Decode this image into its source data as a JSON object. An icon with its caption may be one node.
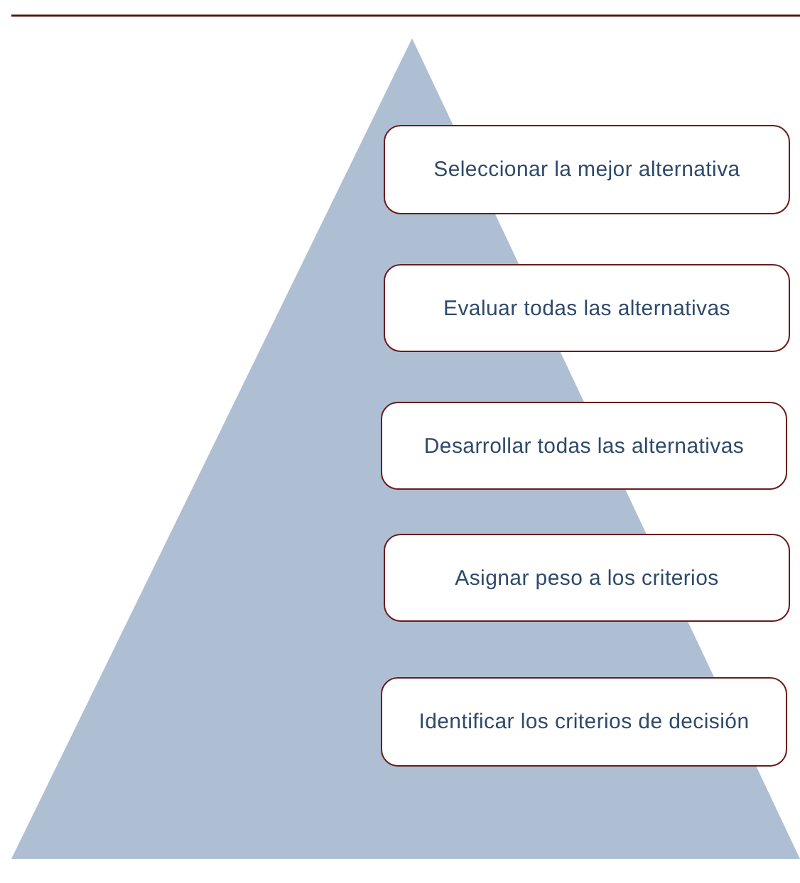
{
  "diagram": {
    "nodes": [
      {
        "text": [
          "Seleccionar la mejor alternativa"
        ]
      },
      {
        "text": [
          "Evaluar todas las alternativas"
        ]
      },
      {
        "text": [
          "Desarrollar todas las alternativas"
        ]
      },
      {
        "text": [
          "Asignar peso a los criterios"
        ]
      },
      {
        "text": [
          "Identificar los criterios de decisión"
        ]
      }
    ]
  }
}
